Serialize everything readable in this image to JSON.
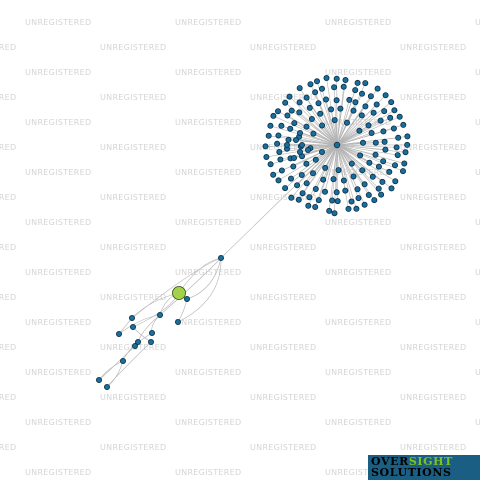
{
  "watermark": {
    "text": "UNREGISTERED",
    "color": "#d4d4d4"
  },
  "graph": {
    "edge_color": "#b4b4b4",
    "node_fill": "#1a6e9c",
    "node_stroke": "#0a2f46",
    "highlight_fill": "#a3d14a",
    "highlight_stroke": "#2e4a10",
    "node_count_description": "hub cluster of ~150 nodes connected to a chain of small nodes"
  },
  "logo": {
    "word1": "OVER",
    "word2": "SIGHT",
    "word3": "SOLUTIONS",
    "bg_color": "#1a5f83",
    "accent_color": "#7dc21d"
  }
}
